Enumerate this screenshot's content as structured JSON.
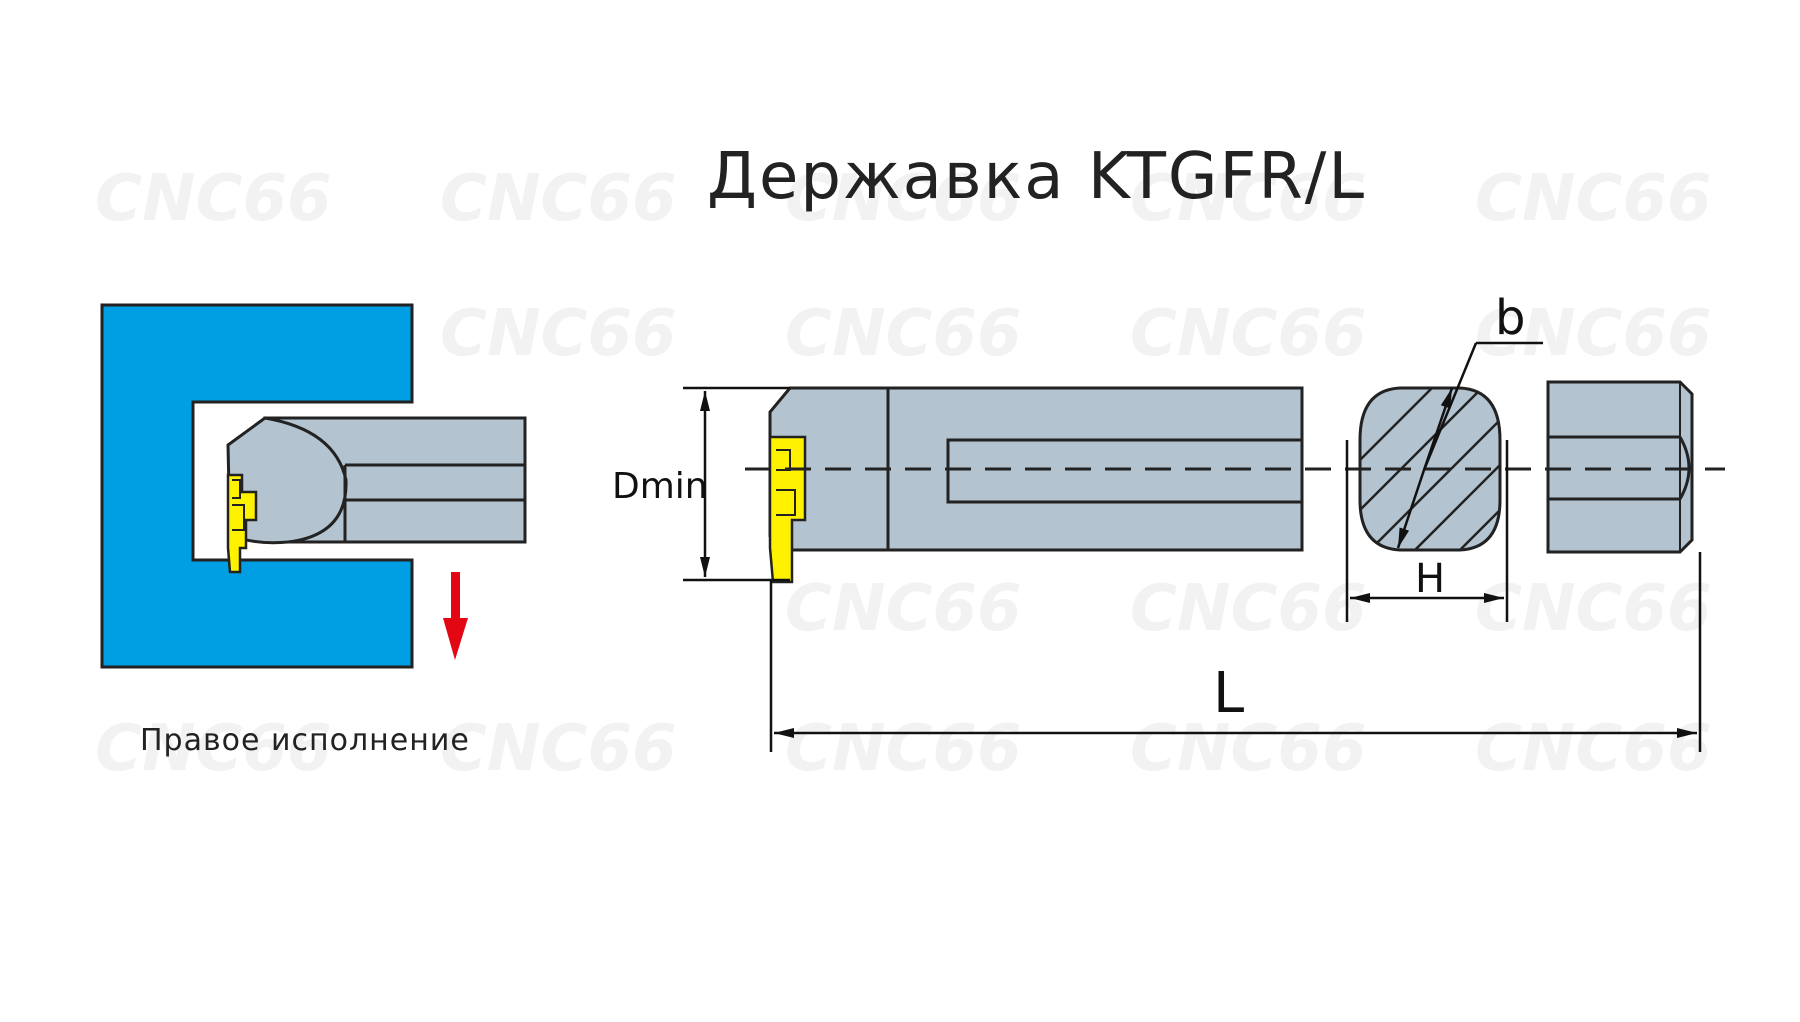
{
  "title": "Державка KTGFR/L",
  "caption": "Правое исполнение",
  "labels": {
    "dmin": "Dmin",
    "length": "L",
    "height": "H",
    "width": "b"
  },
  "watermark": "CNC66",
  "colors": {
    "workpiece": "#009fe3",
    "holder": "#b3c3cf",
    "insert": "#fff200",
    "feed_arrow": "#e30613",
    "outline": "#222222"
  }
}
